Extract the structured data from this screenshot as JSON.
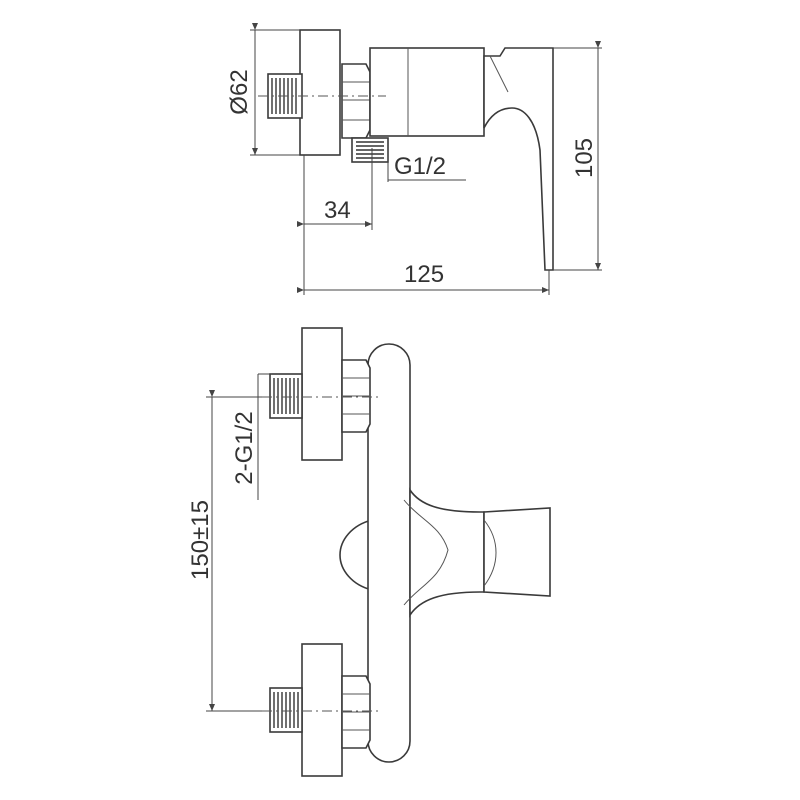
{
  "dimensions": {
    "flange_diameter": "Ø62",
    "depth_height": "105",
    "inlet_thread": "G1/2",
    "inlet_offset": "34",
    "overall_depth": "125",
    "centre_distance": "150±15",
    "inlet_threads_front": "2-G1/2"
  },
  "colors": {
    "line": "#3a3a3a",
    "background": "#ffffff"
  }
}
